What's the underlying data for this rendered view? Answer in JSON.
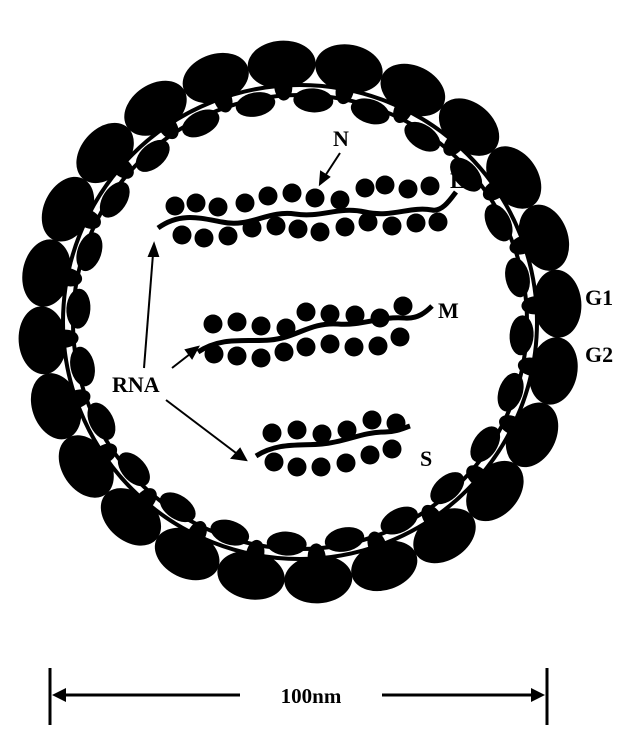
{
  "diagram": {
    "labels": {
      "n": "N",
      "l": "L",
      "m": "M",
      "s": "S",
      "rna": "RNA",
      "g1": "G1",
      "g2": "G2"
    },
    "scale_bar": {
      "label": "100nm"
    }
  }
}
